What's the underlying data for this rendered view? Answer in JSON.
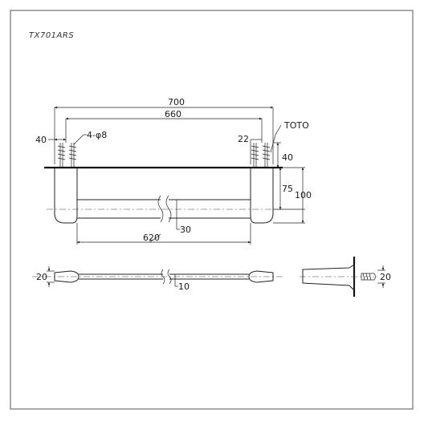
{
  "drawing": {
    "model": "TX701ARS",
    "brand_label": "TOTO"
  },
  "dimensions": {
    "overall_length": "700",
    "mount_centers": "660",
    "bar_length": "620",
    "left_offset": "40",
    "screws": "4-φ8",
    "bracket_offset": "22",
    "wall_to_top": "40",
    "wall_to_bar": "75",
    "wall_to_front": "100",
    "bar_diameter": "30",
    "top_view_depth": "20",
    "top_view_bar": "10",
    "side_view_depth": "20"
  }
}
